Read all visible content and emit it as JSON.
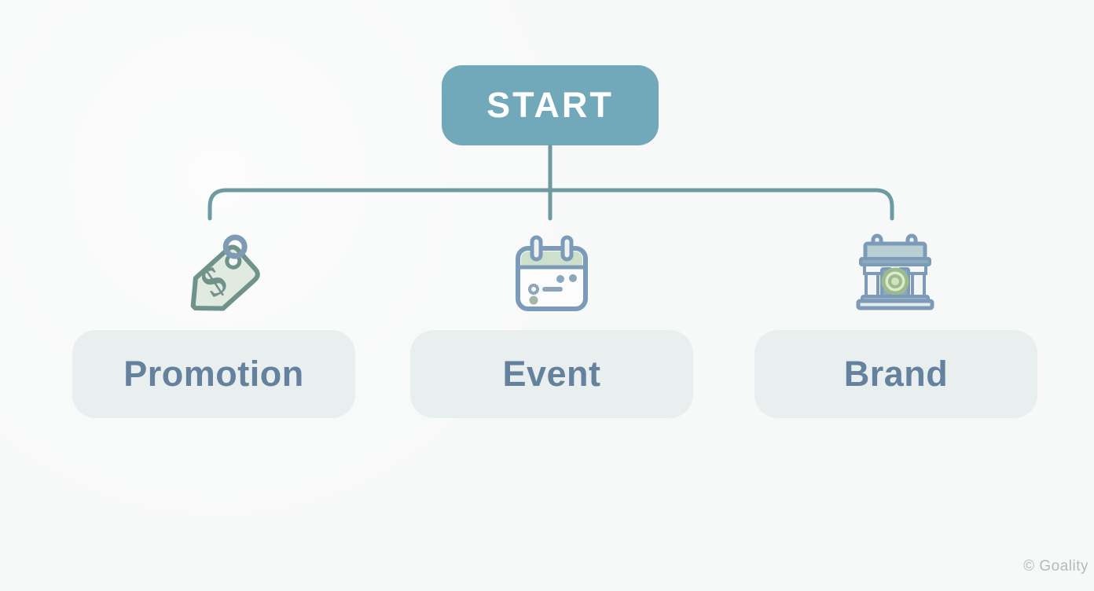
{
  "flowchart": {
    "start_label": "START",
    "branches": [
      {
        "id": "promotion",
        "label": "Promotion",
        "icon": "price-tag-icon"
      },
      {
        "id": "event",
        "label": "Event",
        "icon": "calendar-icon"
      },
      {
        "id": "brand",
        "label": "Brand",
        "icon": "bank-building-icon"
      }
    ]
  },
  "watermark": {
    "text": "© Goality"
  },
  "colors": {
    "background": "#f7f9f8",
    "start_fill": "#71a8ba",
    "start_text": "#ffffff",
    "connector": "#6e9aa2",
    "node_fill": "#e9eeef",
    "node_text": "#64829e",
    "icon_outline": "#7c9bb9",
    "icon_green": "#cde0cb",
    "tag_fill": "#e0eadf",
    "tag_outline": "#6f928b",
    "ring_outline": "#7e9ab4",
    "watermark_text": "#b5babe"
  }
}
